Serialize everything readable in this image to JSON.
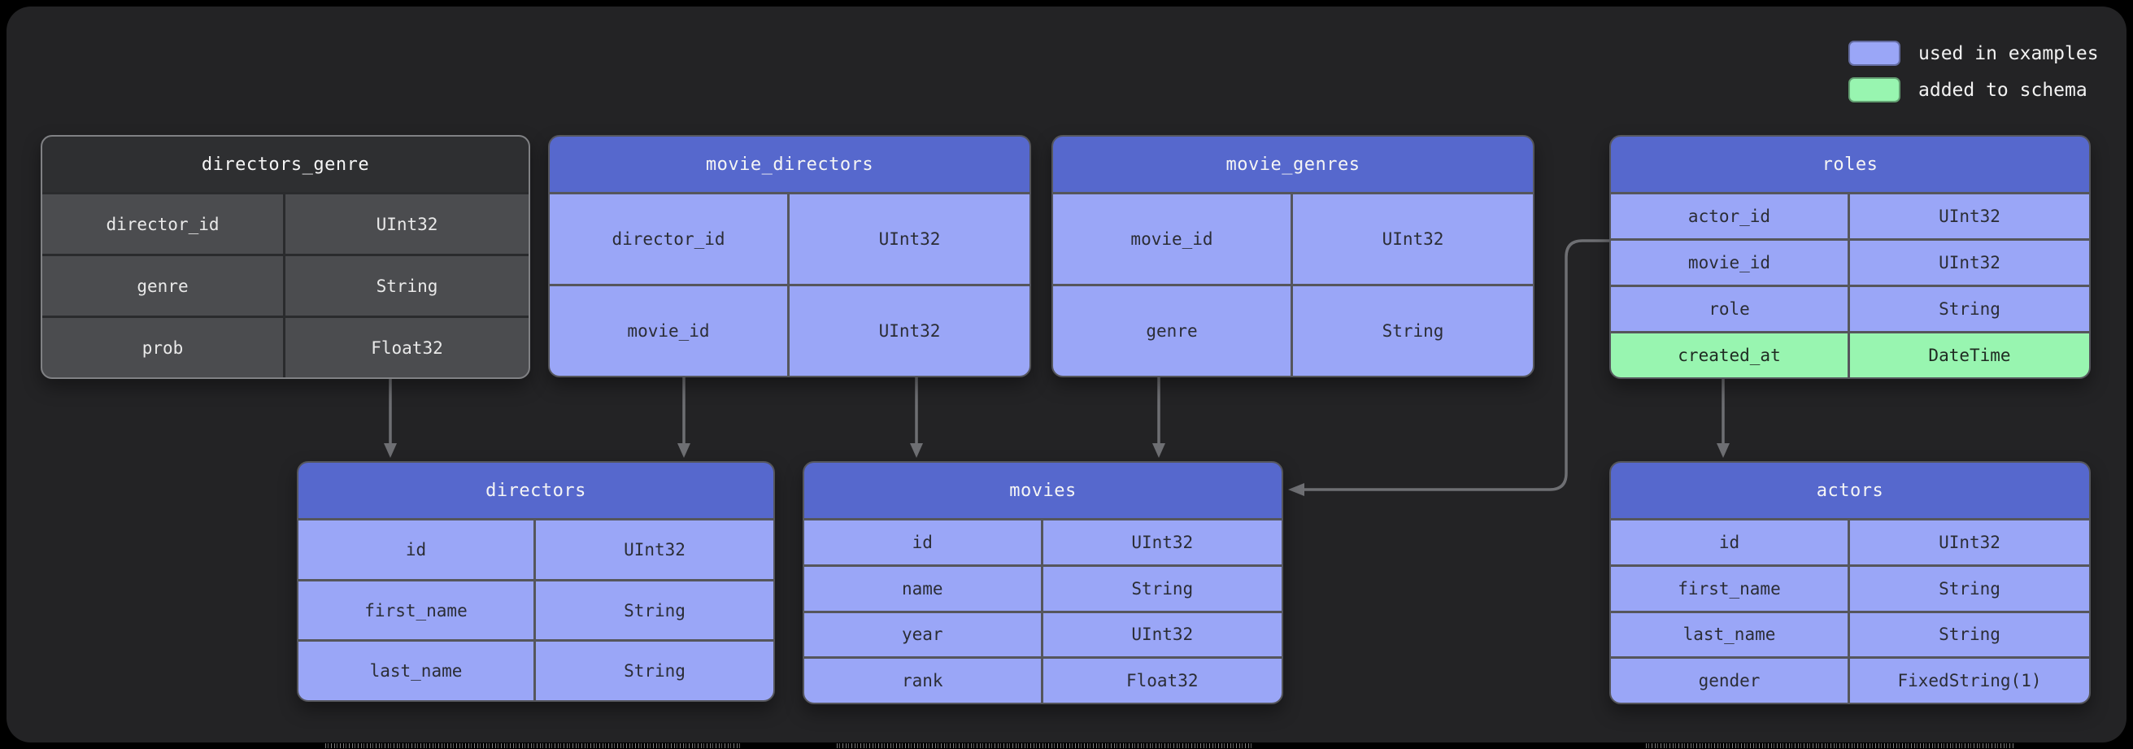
{
  "legend": {
    "items": [
      {
        "label": "used in examples",
        "color": "#9aa6f7"
      },
      {
        "label": "added to schema",
        "color": "#98f5b0"
      }
    ]
  },
  "tables": [
    {
      "title": "directors_genre",
      "variant": "dark",
      "rows": [
        {
          "name": "director_id",
          "type": "UInt32"
        },
        {
          "name": "genre",
          "type": "String"
        },
        {
          "name": "prob",
          "type": "Float32"
        }
      ]
    },
    {
      "title": "movie_directors",
      "variant": "blue",
      "rows": [
        {
          "name": "director_id",
          "type": "UInt32"
        },
        {
          "name": "movie_id",
          "type": "UInt32"
        }
      ]
    },
    {
      "title": "movie_genres",
      "variant": "blue",
      "rows": [
        {
          "name": "movie_id",
          "type": "UInt32"
        },
        {
          "name": "genre",
          "type": "String"
        }
      ]
    },
    {
      "title": "roles",
      "variant": "blue",
      "rows": [
        {
          "name": "actor_id",
          "type": "UInt32"
        },
        {
          "name": "movie_id",
          "type": "UInt32"
        },
        {
          "name": "role",
          "type": "String"
        },
        {
          "name": "created_at",
          "type": "DateTime",
          "status": "added"
        }
      ]
    },
    {
      "title": "directors",
      "variant": "blue",
      "rows": [
        {
          "name": "id",
          "type": "UInt32"
        },
        {
          "name": "first_name",
          "type": "String"
        },
        {
          "name": "last_name",
          "type": "String"
        }
      ]
    },
    {
      "title": "movies",
      "variant": "blue",
      "rows": [
        {
          "name": "id",
          "type": "UInt32"
        },
        {
          "name": "name",
          "type": "String"
        },
        {
          "name": "year",
          "type": "UInt32"
        },
        {
          "name": "rank",
          "type": "Float32"
        }
      ]
    },
    {
      "title": "actors",
      "variant": "blue",
      "rows": [
        {
          "name": "id",
          "type": "UInt32"
        },
        {
          "name": "first_name",
          "type": "String"
        },
        {
          "name": "last_name",
          "type": "String"
        },
        {
          "name": "gender",
          "type": "FixedString(1)"
        }
      ]
    }
  ],
  "relations": [
    {
      "from": "directors_genre",
      "to": "directors"
    },
    {
      "from": "movie_directors.director_id",
      "to": "directors"
    },
    {
      "from": "movie_directors.movie_id",
      "to": "movies"
    },
    {
      "from": "movie_genres.movie_id",
      "to": "movies"
    },
    {
      "from": "roles.movie_id",
      "to": "movies"
    },
    {
      "from": "roles.actor_id",
      "to": "actors"
    }
  ],
  "colors": {
    "panel": "#232325",
    "header_blue": "#5668cd",
    "cell_blue": "#9aa6f7",
    "added_green": "#98f5b0",
    "dark_header": "#2e2f31",
    "dark_cell": "#4b4c4f",
    "arrow": "#6e6f73"
  }
}
